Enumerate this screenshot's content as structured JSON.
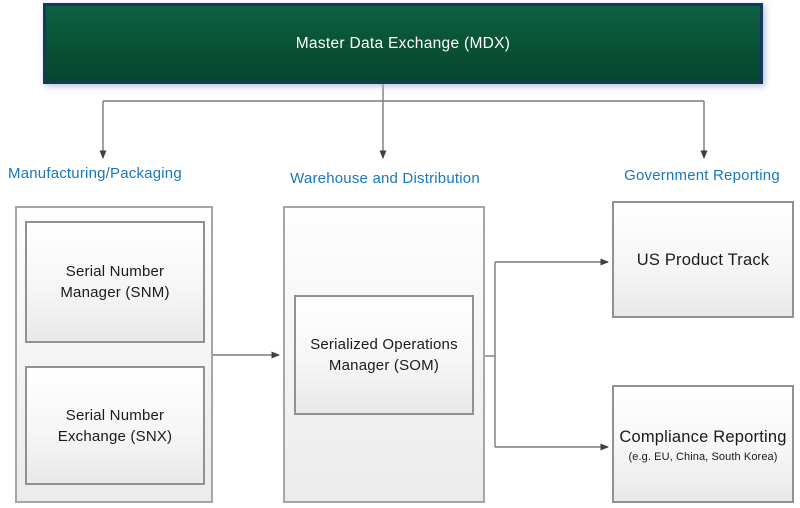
{
  "header": {
    "title": "Master Data Exchange (MDX)"
  },
  "columns": {
    "manufacturing": {
      "label": "Manufacturing/Packaging",
      "snm": {
        "line1": "Serial Number",
        "line2": "Manager (SNM)"
      },
      "snx": {
        "line1": "Serial Number",
        "line2": "Exchange (SNX)"
      }
    },
    "warehouse": {
      "label": "Warehouse and Distribution",
      "som": {
        "line1": "Serialized Operations",
        "line2": "Manager (SOM)"
      }
    },
    "government": {
      "label": "Government Reporting",
      "us_product_track": {
        "title": "US Product Track"
      },
      "compliance": {
        "title": "Compliance Reporting",
        "subtitle": "(e.g. EU, China, South Korea)"
      }
    }
  },
  "connections": [
    "Master Data Exchange (MDX) -> Manufacturing/Packaging",
    "Master Data Exchange (MDX) -> Warehouse and Distribution",
    "Master Data Exchange (MDX) -> Government Reporting",
    "Manufacturing/Packaging group -> Serialized Operations Manager (SOM)",
    "Serialized Operations Manager (SOM) -> US Product Track",
    "Serialized Operations Manager (SOM) -> Compliance Reporting"
  ],
  "colors": {
    "header_fill": "#0a5438",
    "header_border": "#17375e",
    "label_blue": "#1878bd",
    "connector_gray": "#757575",
    "arrowhead": "#3f3f3f",
    "box_border": "#919191",
    "group_border": "#a6a6a6"
  }
}
